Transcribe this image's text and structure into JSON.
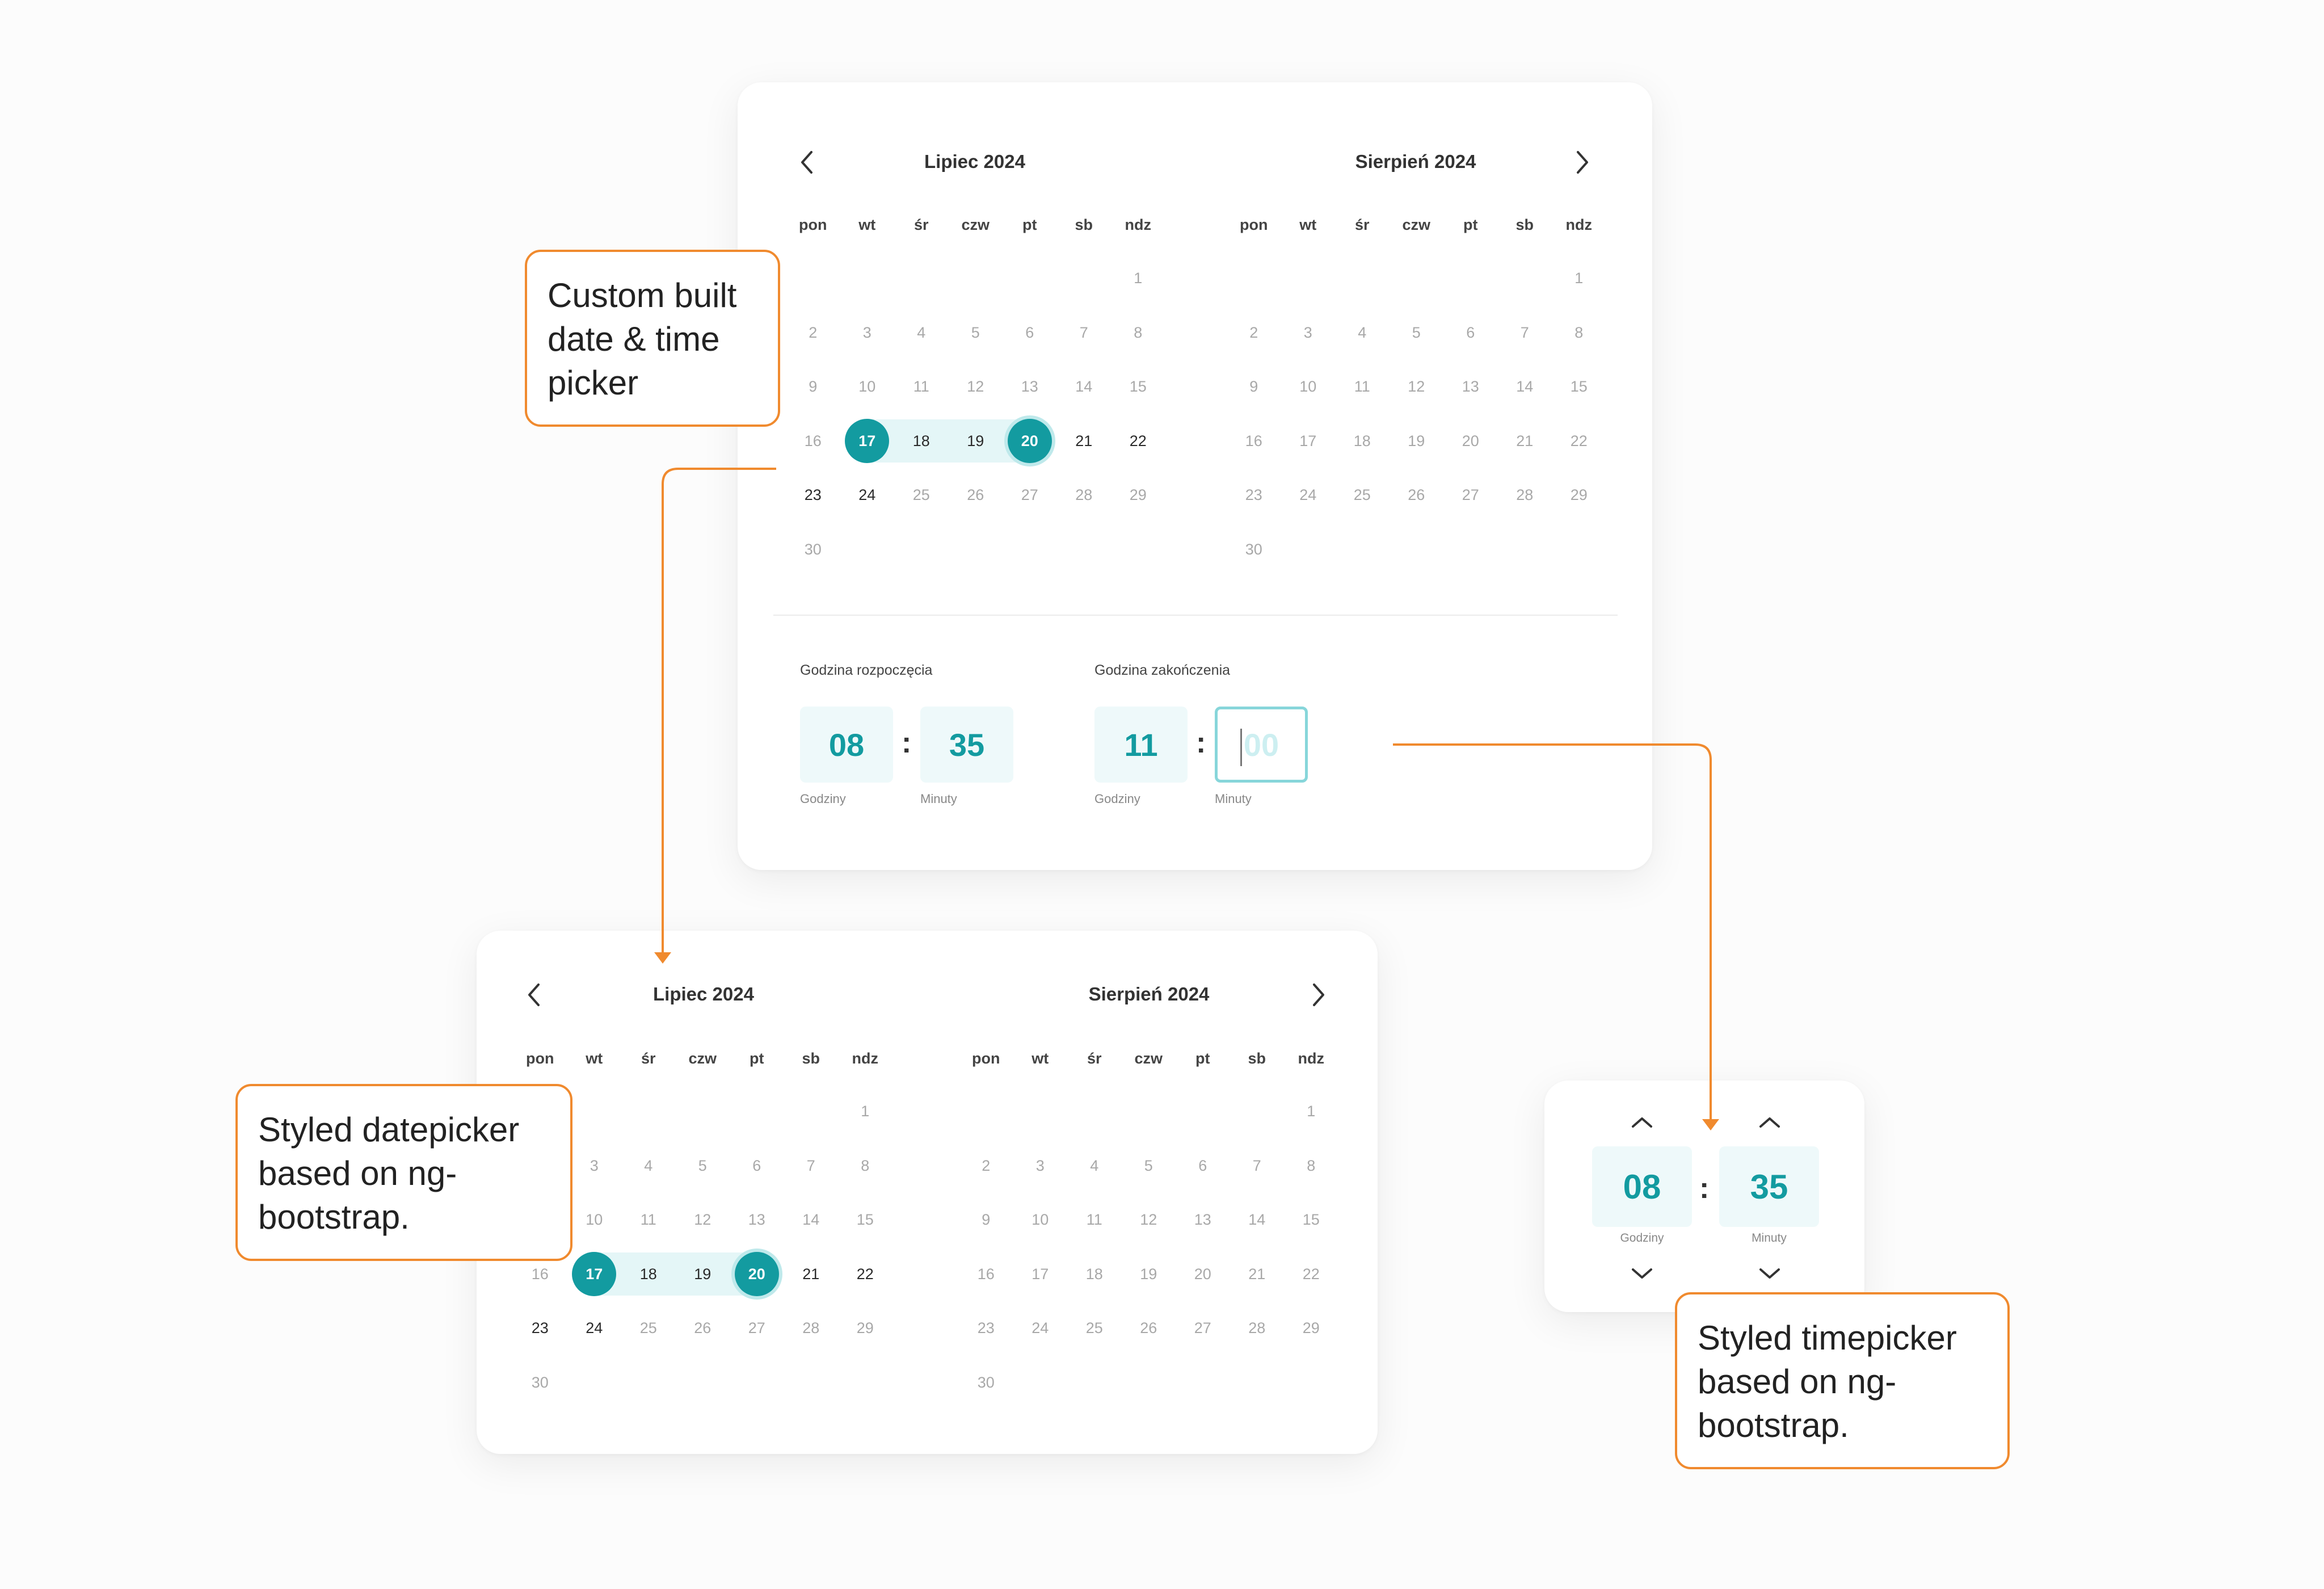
{
  "weekdays": [
    "pon",
    "wt",
    "śr",
    "czw",
    "pt",
    "sb",
    "ndz"
  ],
  "july": {
    "title": "Lipiec 2024",
    "weeks": [
      [
        "",
        "",
        "",
        "",
        "",
        "",
        "1"
      ],
      [
        "2",
        "3",
        "4",
        "5",
        "6",
        "7",
        "8"
      ],
      [
        "9",
        "10",
        "11",
        "12",
        "13",
        "14",
        "15"
      ],
      [
        "16",
        "17",
        "18",
        "19",
        "20",
        "21",
        "22"
      ],
      [
        "23",
        "24",
        "25",
        "26",
        "27",
        "28",
        "29"
      ],
      [
        "30",
        "",
        "",
        "",
        "",
        "",
        ""
      ]
    ]
  },
  "august": {
    "title": "Sierpień 2024",
    "weeks": [
      [
        "",
        "",
        "",
        "",
        "",
        "",
        "1"
      ],
      [
        "2",
        "3",
        "4",
        "5",
        "6",
        "7",
        "8"
      ],
      [
        "9",
        "10",
        "11",
        "12",
        "13",
        "14",
        "15"
      ],
      [
        "16",
        "17",
        "18",
        "19",
        "20",
        "21",
        "22"
      ],
      [
        "23",
        "24",
        "25",
        "26",
        "27",
        "28",
        "29"
      ],
      [
        "30",
        "",
        "",
        "",
        "",
        "",
        ""
      ]
    ]
  },
  "selection": {
    "range_start": "17",
    "range_end": "20",
    "highlighted_days": [
      "17",
      "18",
      "19",
      "20",
      "21",
      "22",
      "23",
      "24"
    ]
  },
  "time": {
    "start_label": "Godzina rozpoczęcia",
    "end_label": "Godzina zakończenia",
    "start_hours": "08",
    "start_minutes": "35",
    "end_hours": "11",
    "end_minutes_placeholder": "00",
    "hours_caption": "Godziny",
    "minutes_caption": "Minuty",
    "separator": ":"
  },
  "timepicker": {
    "hours": "08",
    "minutes": "35",
    "hours_caption": "Godziny",
    "minutes_caption": "Minuty",
    "separator": ":"
  },
  "callouts": {
    "custom": "Custom built date & time picker",
    "datepicker": "Styled datepicker based on ng-bootstrap.",
    "timepicker": "Styled timepicker based on ng-bootstrap."
  },
  "colors": {
    "accent": "#139ba0",
    "range_bg": "#e4f6f7",
    "callout_border": "#f08a2e",
    "connector": "#f08a2e"
  },
  "icons": {
    "prev": "chevron-left-icon",
    "next": "chevron-right-icon",
    "up": "chevron-up-icon",
    "down": "chevron-down-icon"
  }
}
